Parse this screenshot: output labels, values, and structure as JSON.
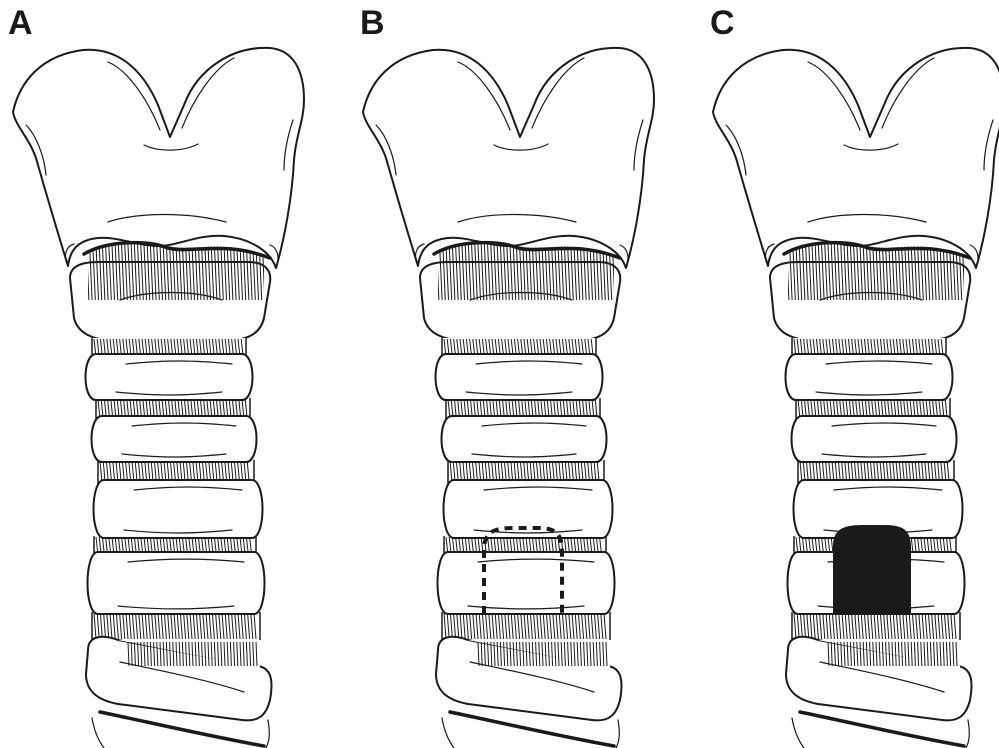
{
  "panels": [
    {
      "label": "A",
      "marker": "none"
    },
    {
      "label": "B",
      "marker": "dashed-outline"
    },
    {
      "label": "C",
      "marker": "solid-filled"
    }
  ],
  "colors": {
    "ink": "#1a1a1a",
    "background": "#ffffff"
  }
}
